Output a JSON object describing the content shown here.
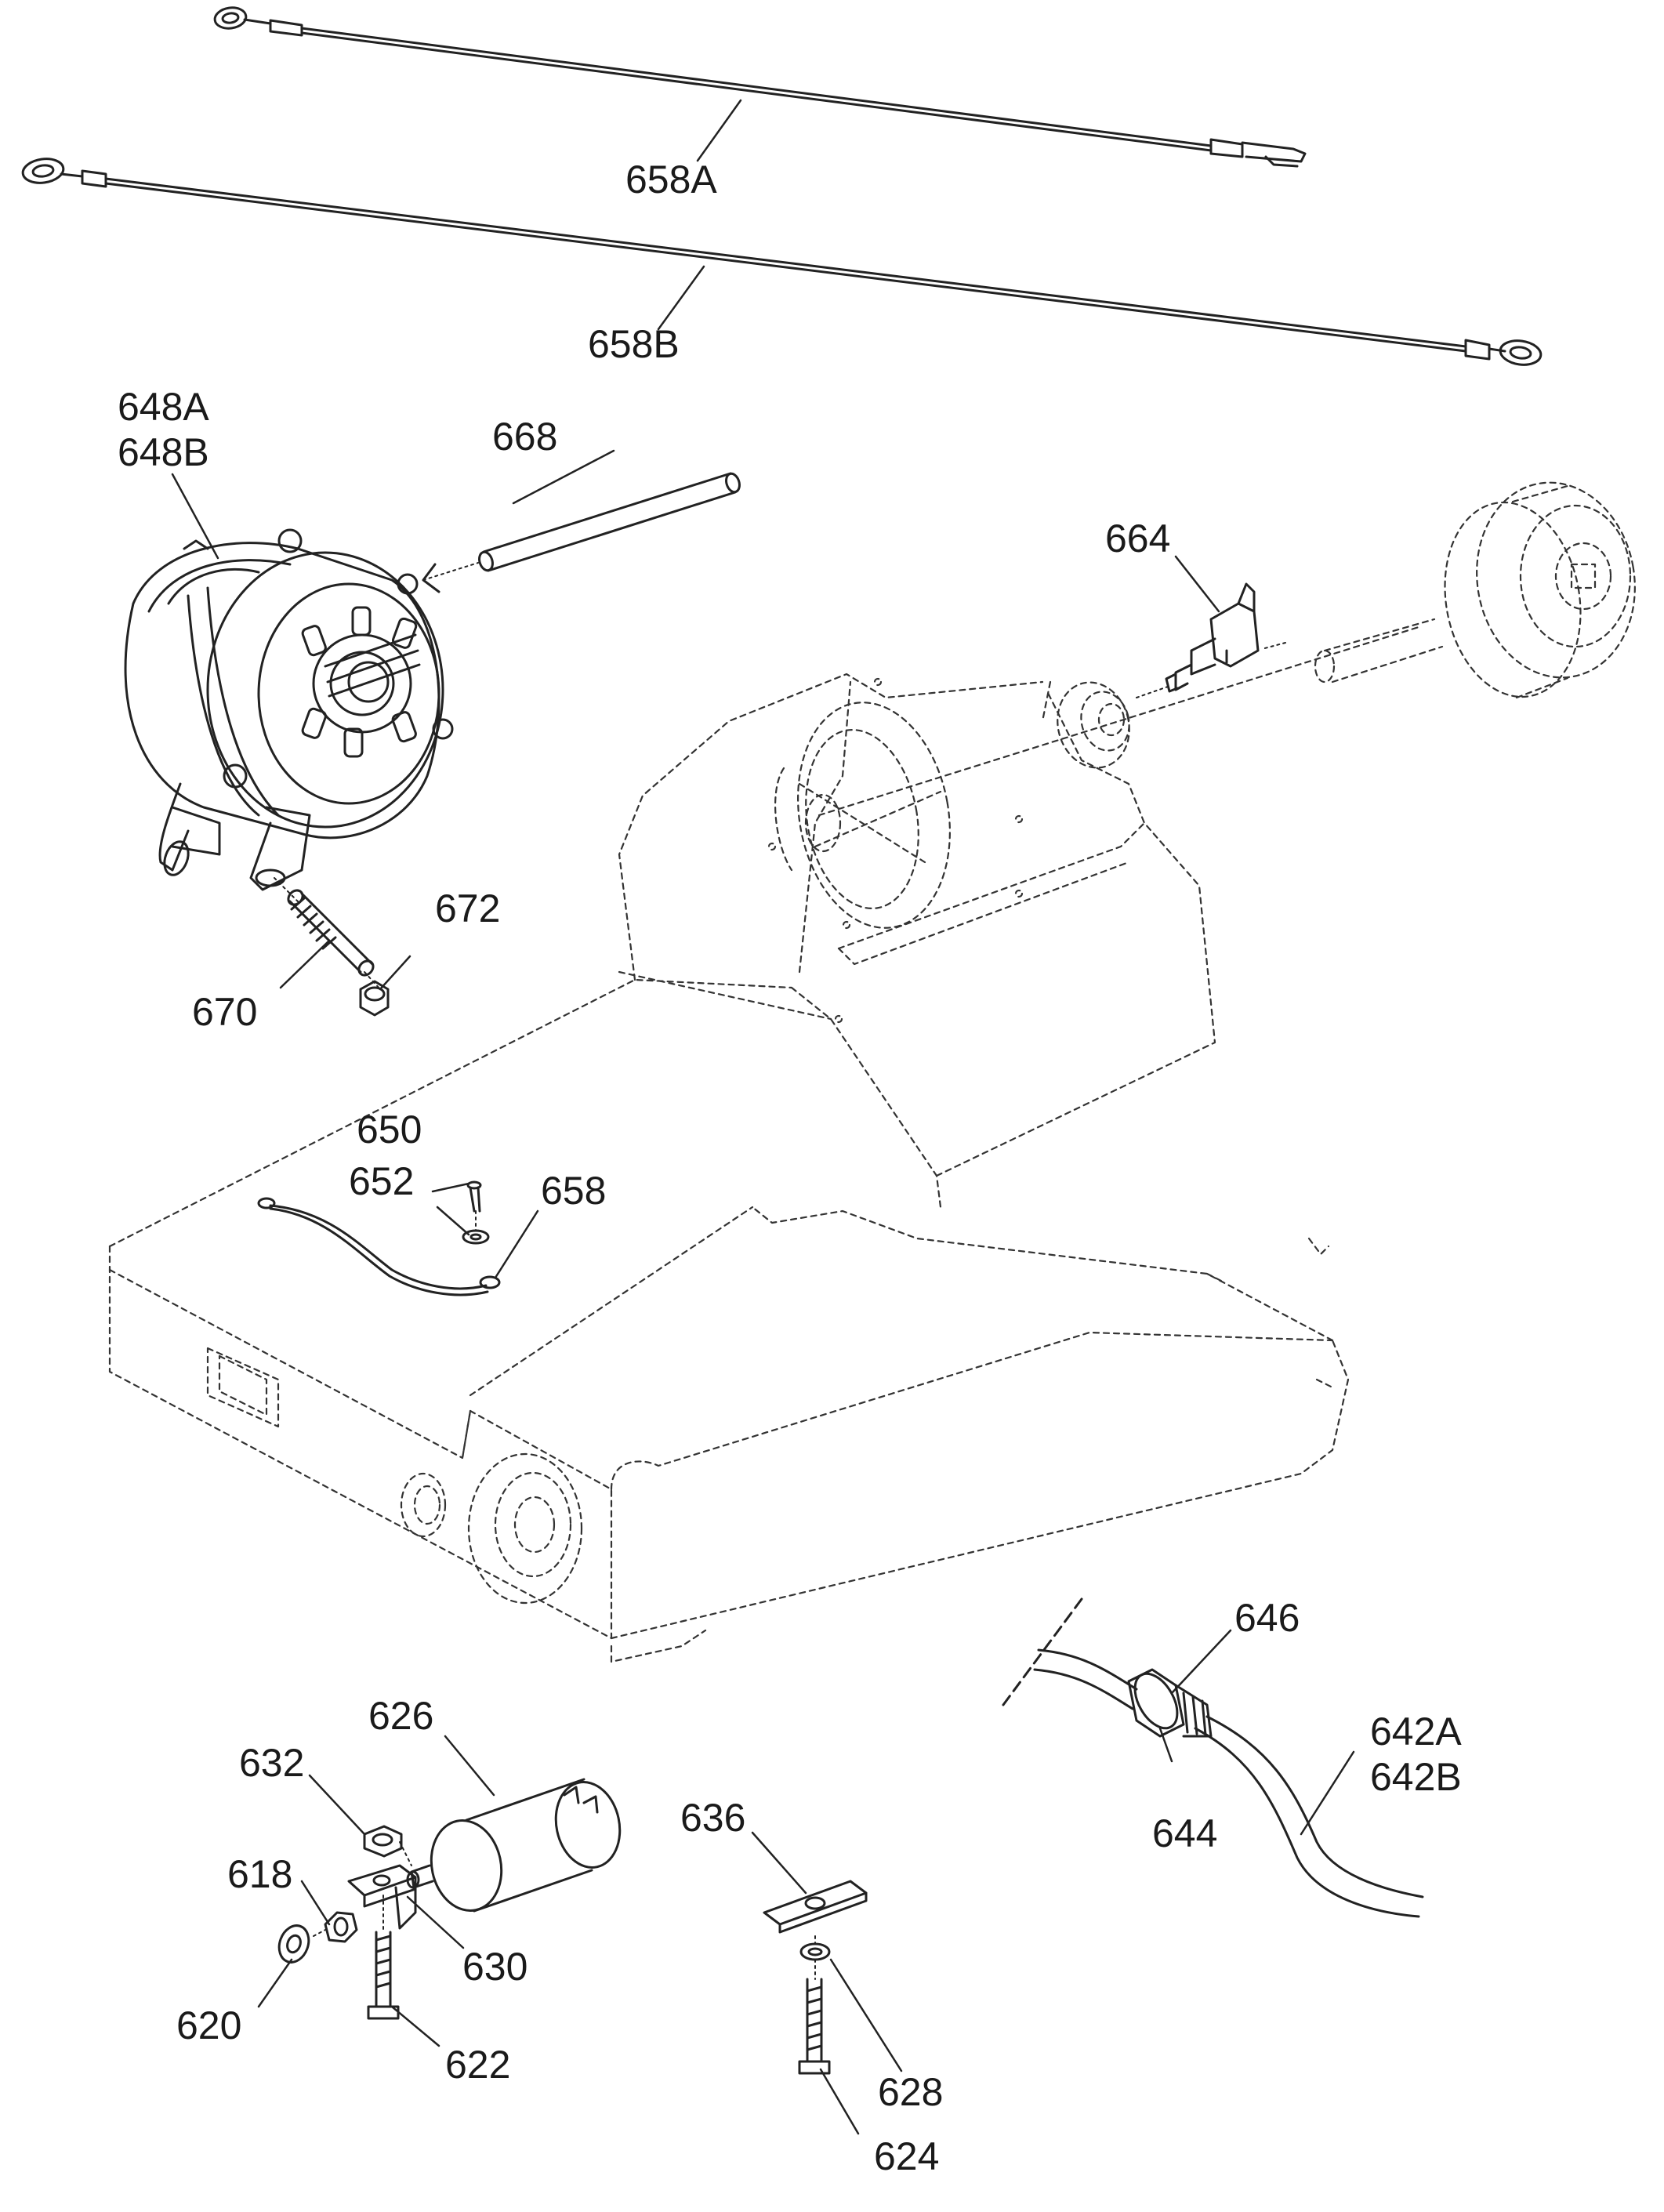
{
  "callouts": [
    {
      "id": "l658A",
      "lines": [
        "658A"
      ]
    },
    {
      "id": "l658B",
      "lines": [
        "658B"
      ]
    },
    {
      "id": "l648",
      "lines": [
        "648A",
        "648B"
      ]
    },
    {
      "id": "l668",
      "lines": [
        "668"
      ]
    },
    {
      "id": "l664",
      "lines": [
        "664"
      ]
    },
    {
      "id": "l672",
      "lines": [
        "672"
      ]
    },
    {
      "id": "l670",
      "lines": [
        "670"
      ]
    },
    {
      "id": "l650",
      "lines": [
        "650"
      ]
    },
    {
      "id": "l652",
      "lines": [
        "652"
      ]
    },
    {
      "id": "l658",
      "lines": [
        "658"
      ]
    },
    {
      "id": "l646",
      "lines": [
        "646"
      ]
    },
    {
      "id": "l642",
      "lines": [
        "642A",
        "642B"
      ]
    },
    {
      "id": "l644",
      "lines": [
        "644"
      ]
    },
    {
      "id": "l626",
      "lines": [
        "626"
      ]
    },
    {
      "id": "l632",
      "lines": [
        "632"
      ]
    },
    {
      "id": "l618",
      "lines": [
        "618"
      ]
    },
    {
      "id": "l630",
      "lines": [
        "630"
      ]
    },
    {
      "id": "l620",
      "lines": [
        "620"
      ]
    },
    {
      "id": "l622",
      "lines": [
        "622"
      ]
    },
    {
      "id": "l636",
      "lines": [
        "636"
      ]
    },
    {
      "id": "l628",
      "lines": [
        "628"
      ]
    },
    {
      "id": "l624",
      "lines": [
        "624"
      ]
    }
  ]
}
